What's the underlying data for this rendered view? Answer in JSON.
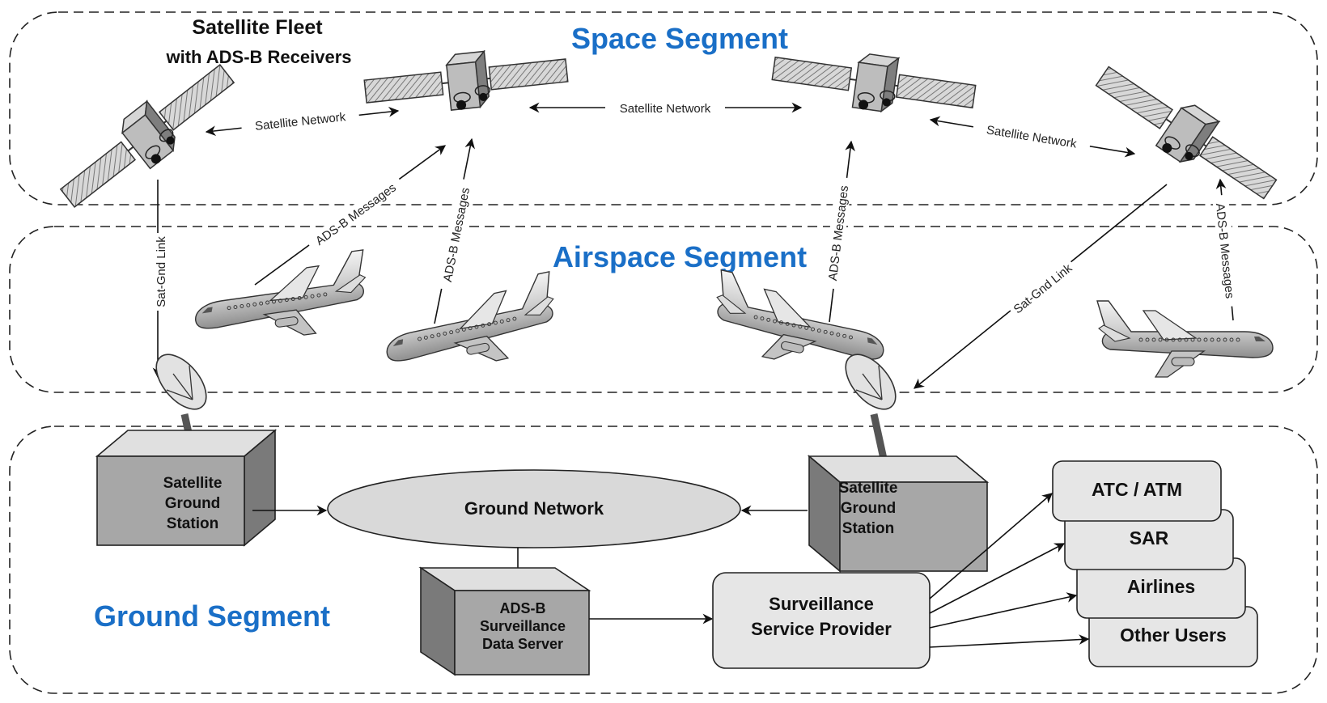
{
  "segments": {
    "space": "Space Segment",
    "airspace": "Airspace Segment",
    "ground": "Ground Segment"
  },
  "fleet": {
    "line1": "Satellite Fleet",
    "line2": "with ADS-B Receivers"
  },
  "labels": {
    "satellite_network": "Satellite Network",
    "ads_b_messages": "ADS-B Messages",
    "sat_gnd_link": "Sat-Gnd Link"
  },
  "ground_station": {
    "line1": "Satellite",
    "line2": "Ground",
    "line3": "Station"
  },
  "ground_network": "Ground Network",
  "data_server": {
    "line1": "ADS-B",
    "line2": "Surveillance",
    "line3": "Data Server"
  },
  "service_provider": {
    "line1": "Surveillance",
    "line2": "Service Provider"
  },
  "users": [
    "ATC / ATM",
    "SAR",
    "Airlines",
    "Other Users"
  ],
  "colors": {
    "segment_title": "#1a6fc7",
    "box_gray": "#c9c9c9",
    "box_dark": "#9a9a9a",
    "box_light": "#e6e6e6"
  }
}
